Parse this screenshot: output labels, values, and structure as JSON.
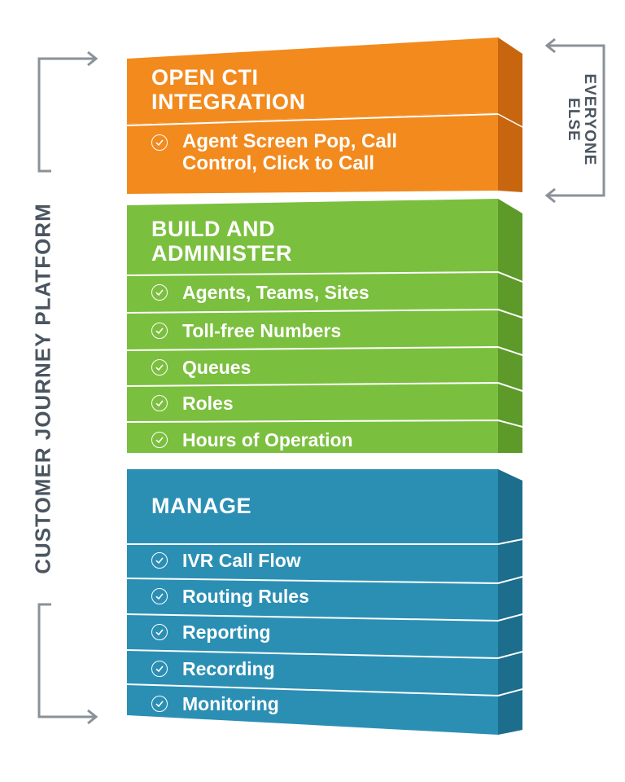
{
  "colors": {
    "orange": "#f28a1e",
    "orange_side": "#c8660f",
    "green": "#7bbf3f",
    "green_side": "#5d9a2a",
    "blue": "#2b8fb4",
    "blue_side": "#1d6d8c",
    "bracket": "#8a9199",
    "text_dark": "#4a5560"
  },
  "left_label": "CUSTOMER JOURNEY PLATFORM",
  "right_label": {
    "line1": "EVERYONE",
    "line2": "ELSE"
  },
  "blocks": {
    "cti": {
      "title_line1": "OPEN CTI",
      "title_line2": "INTEGRATION",
      "items": [
        {
          "line1": "Agent Screen Pop, Call",
          "line2": "Control, Click to Call"
        }
      ]
    },
    "build": {
      "title_line1": "BUILD AND",
      "title_line2": "ADMINISTER",
      "items": [
        "Agents, Teams, Sites",
        "Toll-free Numbers",
        "Queues",
        "Roles",
        "Hours of Operation"
      ]
    },
    "manage": {
      "title": "MANAGE",
      "items": [
        "IVR Call Flow",
        "Routing Rules",
        "Reporting",
        "Recording",
        "Monitoring"
      ]
    }
  },
  "icons": {
    "check": "check-circle-icon",
    "arrow": "arrow-right-icon"
  }
}
